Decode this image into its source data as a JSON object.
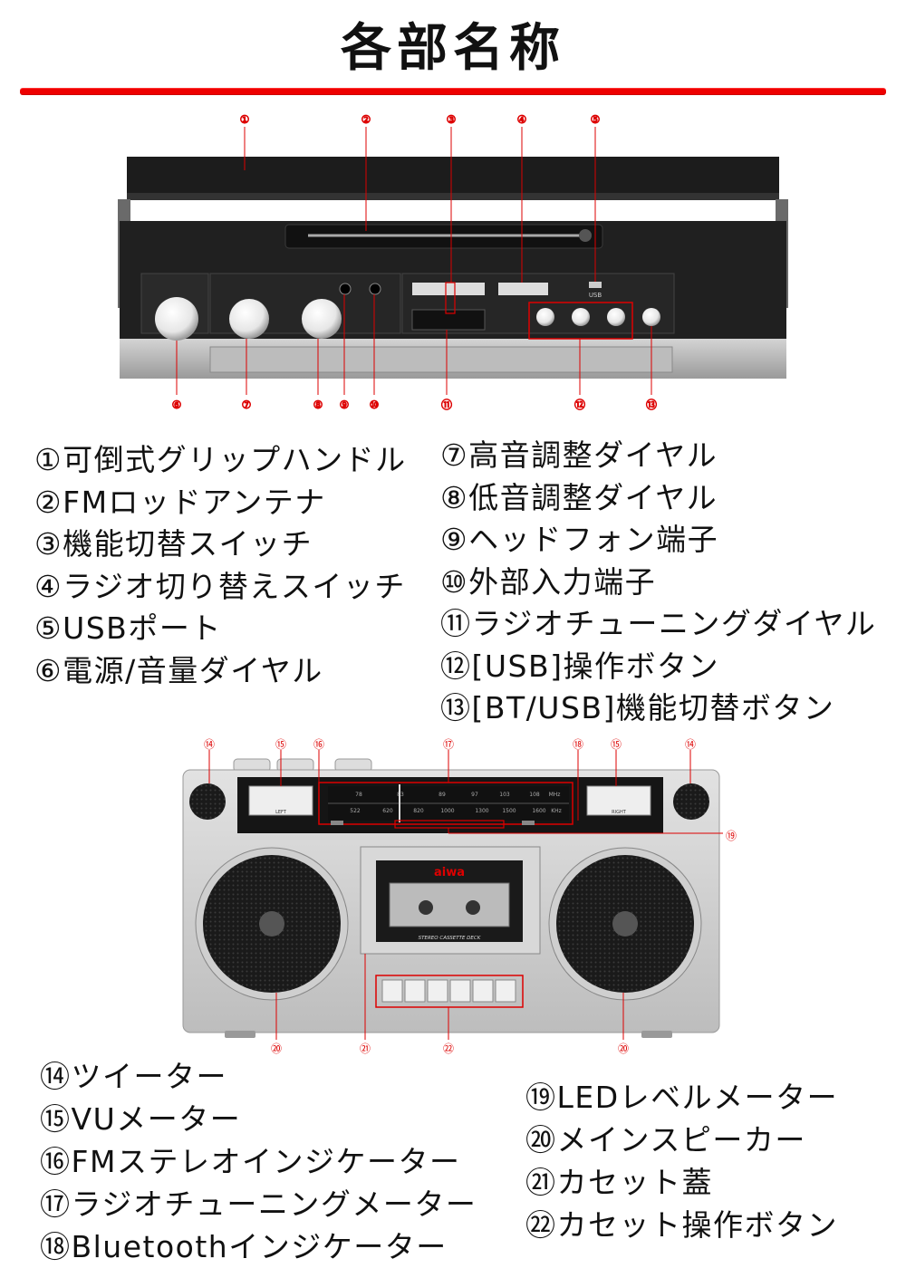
{
  "title": "各部名称",
  "callouts_top": [
    "①",
    "②",
    "③",
    "④",
    "⑤",
    "⑥",
    "⑦",
    "⑧",
    "⑨",
    "⑩",
    "⑪",
    "⑫",
    "⑬"
  ],
  "callouts_bottom": [
    "⑭",
    "⑮",
    "⑯",
    "⑰",
    "⑱",
    "⑮",
    "⑭",
    "⑲",
    "⑳",
    "㉑",
    "㉒",
    "⑳"
  ],
  "device_labels": {
    "usb": "USB",
    "brand": "aiwa",
    "deck": "STEREO CASSETTE DECK",
    "left": "LEFT",
    "right": "RIGHT",
    "fm_scale": [
      "78",
      "83",
      "89",
      "97",
      "103",
      "108"
    ],
    "am_scale": [
      "522",
      "620",
      "820",
      "1000",
      "1300",
      "1500",
      "1600"
    ],
    "mhz": "MHz",
    "khz": "KHz"
  },
  "list_top_left": [
    "①可倒式グリップハンドル",
    "②FMロッドアンテナ",
    "③機能切替スイッチ",
    "④ラジオ切り替えスイッチ",
    "⑤USBポート",
    "⑥電源/音量ダイヤル"
  ],
  "list_top_right": [
    "⑦高音調整ダイヤル",
    "⑧低音調整ダイヤル",
    "⑨ヘッドフォン端子",
    "⑩外部入力端子",
    "⑪ラジオチューニングダイヤル",
    "⑫[USB]操作ボタン",
    "⑬[BT/USB]機能切替ボタン"
  ],
  "list_bottom_left": [
    "⑭ツイーター",
    "⑮VUメーター",
    "⑯FMステレオインジケーター",
    "⑰ラジオチューニングメーター",
    "⑱Bluetoothインジケーター"
  ],
  "list_bottom_right": [
    "⑲LEDレベルメーター",
    "⑳メインスピーカー",
    "㉑カセット蓋",
    "㉒カセット操作ボタン"
  ]
}
